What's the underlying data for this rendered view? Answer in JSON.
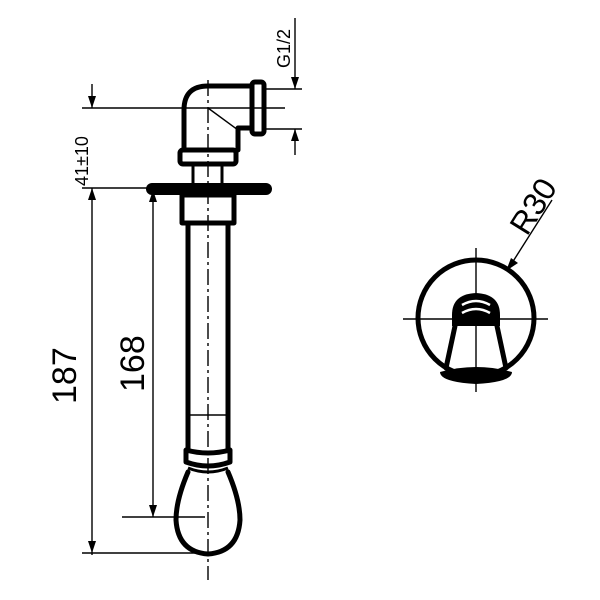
{
  "drawing": {
    "type": "technical-drawing",
    "subject": "wall-mounted bath spout, side view and front view",
    "line_color": "#000000",
    "background_color": "#ffffff"
  },
  "dimensions": {
    "connection_thread": "G1/2",
    "height_tolerance": "41±10",
    "overall_length": "187",
    "spout_length": "168",
    "rosette_radius": "R30"
  }
}
